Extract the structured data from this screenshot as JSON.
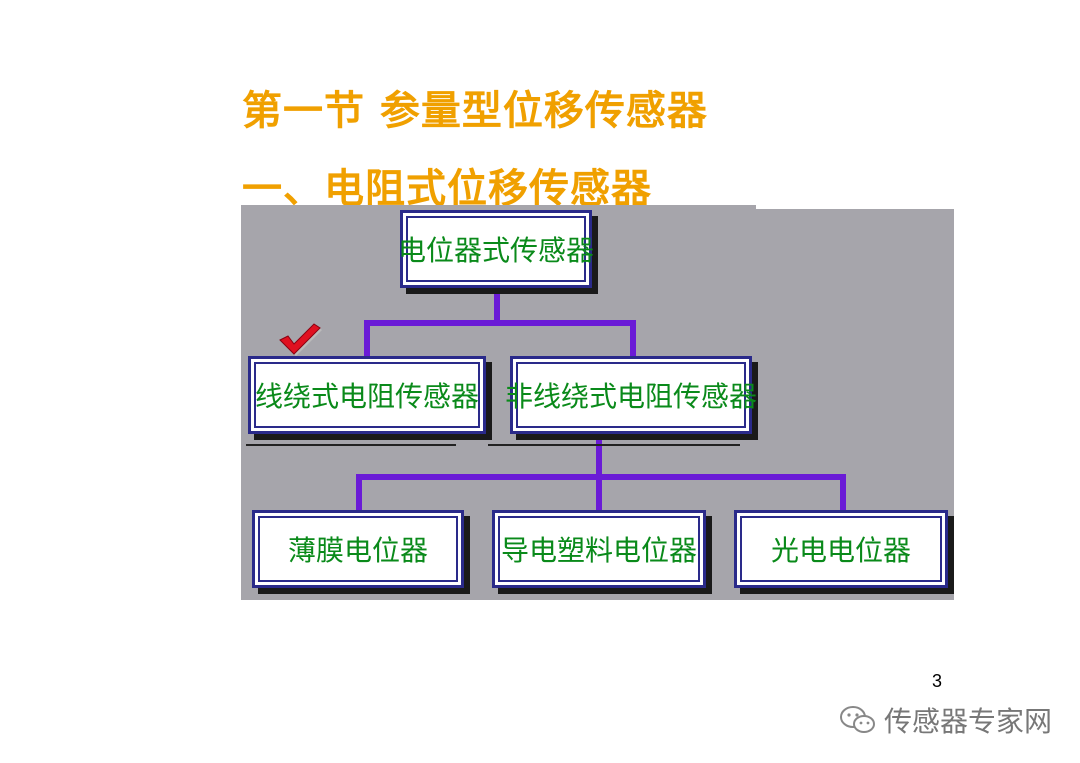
{
  "titles": {
    "section": "第一节  参量型位移传感器",
    "subsection": "一、电阻式位移传感器"
  },
  "diagram": {
    "root": "电位器式传感器",
    "level1": [
      "线绕式电阻传感器",
      "非线绕式电阻传感器"
    ],
    "level2": [
      "薄膜电位器",
      "导电塑料电位器",
      "光电电位器"
    ],
    "checked_item": "线绕式电阻传感器",
    "colors": {
      "panel": "#a6a5ab",
      "connector": "#6a1bd6",
      "box_text": "#0a8a1a",
      "box_border": "#2a2a8a",
      "title": "#f0a000"
    }
  },
  "footer": {
    "page_number": "3",
    "watermark_icon": "wechat-icon",
    "watermark_text": "传感器专家网"
  }
}
